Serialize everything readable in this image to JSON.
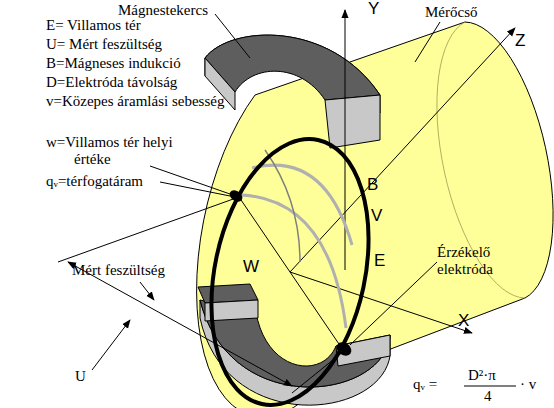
{
  "diagram": {
    "labels": [
      "Mágnestekercs",
      "E= Villamos tér",
      "U= Mért feszültség",
      "B=Mágneses indukció",
      "D=Elektróda távolság",
      "v=Közepes áramlási sebesség",
      "w=Villamos tér helyi értéke",
      "qᵥ=térfogatáram",
      "Mérőcső",
      "Y",
      "Z",
      "X",
      "B",
      "V",
      "E",
      "W",
      "Mért feszültség",
      "U",
      "Érzékelő elektróda",
      "qᵥ =",
      "D²·π",
      "4",
      "· v"
    ]
  }
}
